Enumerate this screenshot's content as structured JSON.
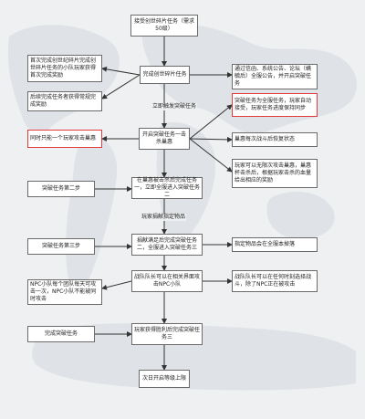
{
  "nodes": {
    "accept_quest": "接受创世碎片任务（需求50级）",
    "first_completer": "首次完成创世纪碎片完成创世碎片任务的小队玩家获得首次完成奖励",
    "complete_quest": "完成创世碎片任务",
    "announce": "通过信函、系统公告、论坛（螨毓后）全服公告，并开启突破任务",
    "later_completer": "后续完成任务者获得常规完成奖励",
    "after_grant": "突破任务为全服任务，玩家自动接受，玩家任务进度保持同步",
    "one_player": "同时只能一个玩家攻击巢惠",
    "start_breakthrough": "开启突破任务一击杀巢惠",
    "boss_reset": "巢惠每次战斗后恢复状态",
    "unlimited": "玩家可以无限次攻击巢惠，巢惠杯击杀后，根据玩家击杀的血量给出相应的奖励",
    "step2_label": "突破任务第二步",
    "step2_box": "在巢惠被击杀后完成任务一，立即全服进入突破任务二",
    "step3_label": "突破任务第三步",
    "step3_box": "捐献满足后完成突破任务二，全服进入突破任务三",
    "donate_note": "指定物品会在全服本掉落",
    "npc_rule": "NPC小队每个团队每天可攻击一次，NPC小队不能被同时攻击",
    "team_battle": "战队队长可以在相关界面攻击NPC小队",
    "leader_choose": "战队队长可以在任何时刻选择战斗，除了NPC正在被攻击",
    "finish_label": "完成突破任务",
    "victory": "玩家获得胜利后完成突破任务三",
    "next_day": "次日开启等级上限"
  },
  "edges": {
    "immediate_trigger": "立即触发突破任务",
    "donate_items": "玩家捐献指定物品"
  }
}
